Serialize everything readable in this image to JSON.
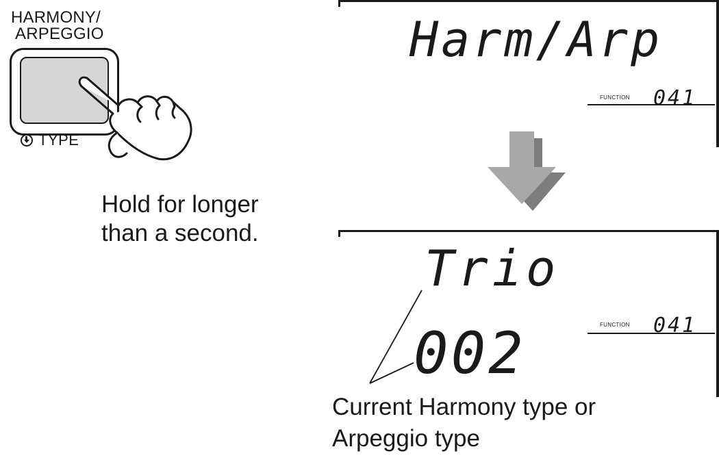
{
  "button_panel": {
    "label_line1": "HARMONY/",
    "label_line2": "ARPEGGIO",
    "type_label": "TYPE",
    "icon": "down-arrow-circle-icon"
  },
  "instruction": {
    "line1": "Hold for longer",
    "line2": "than a second."
  },
  "display_before": {
    "main_text": "Harm/Arp",
    "function_label": "FUNCTION",
    "function_number": "041"
  },
  "display_after": {
    "main_text": "Trio",
    "value": "002",
    "function_label": "FUNCTION",
    "function_number": "041"
  },
  "caption": {
    "line1": "Current Harmony type or",
    "line2": "Arpeggio type"
  },
  "colors": {
    "ink": "#1a1a1a",
    "button_face": "#d6d6d6",
    "arrow_light": "#a8a8a8",
    "arrow_dark": "#7d7d7d"
  }
}
